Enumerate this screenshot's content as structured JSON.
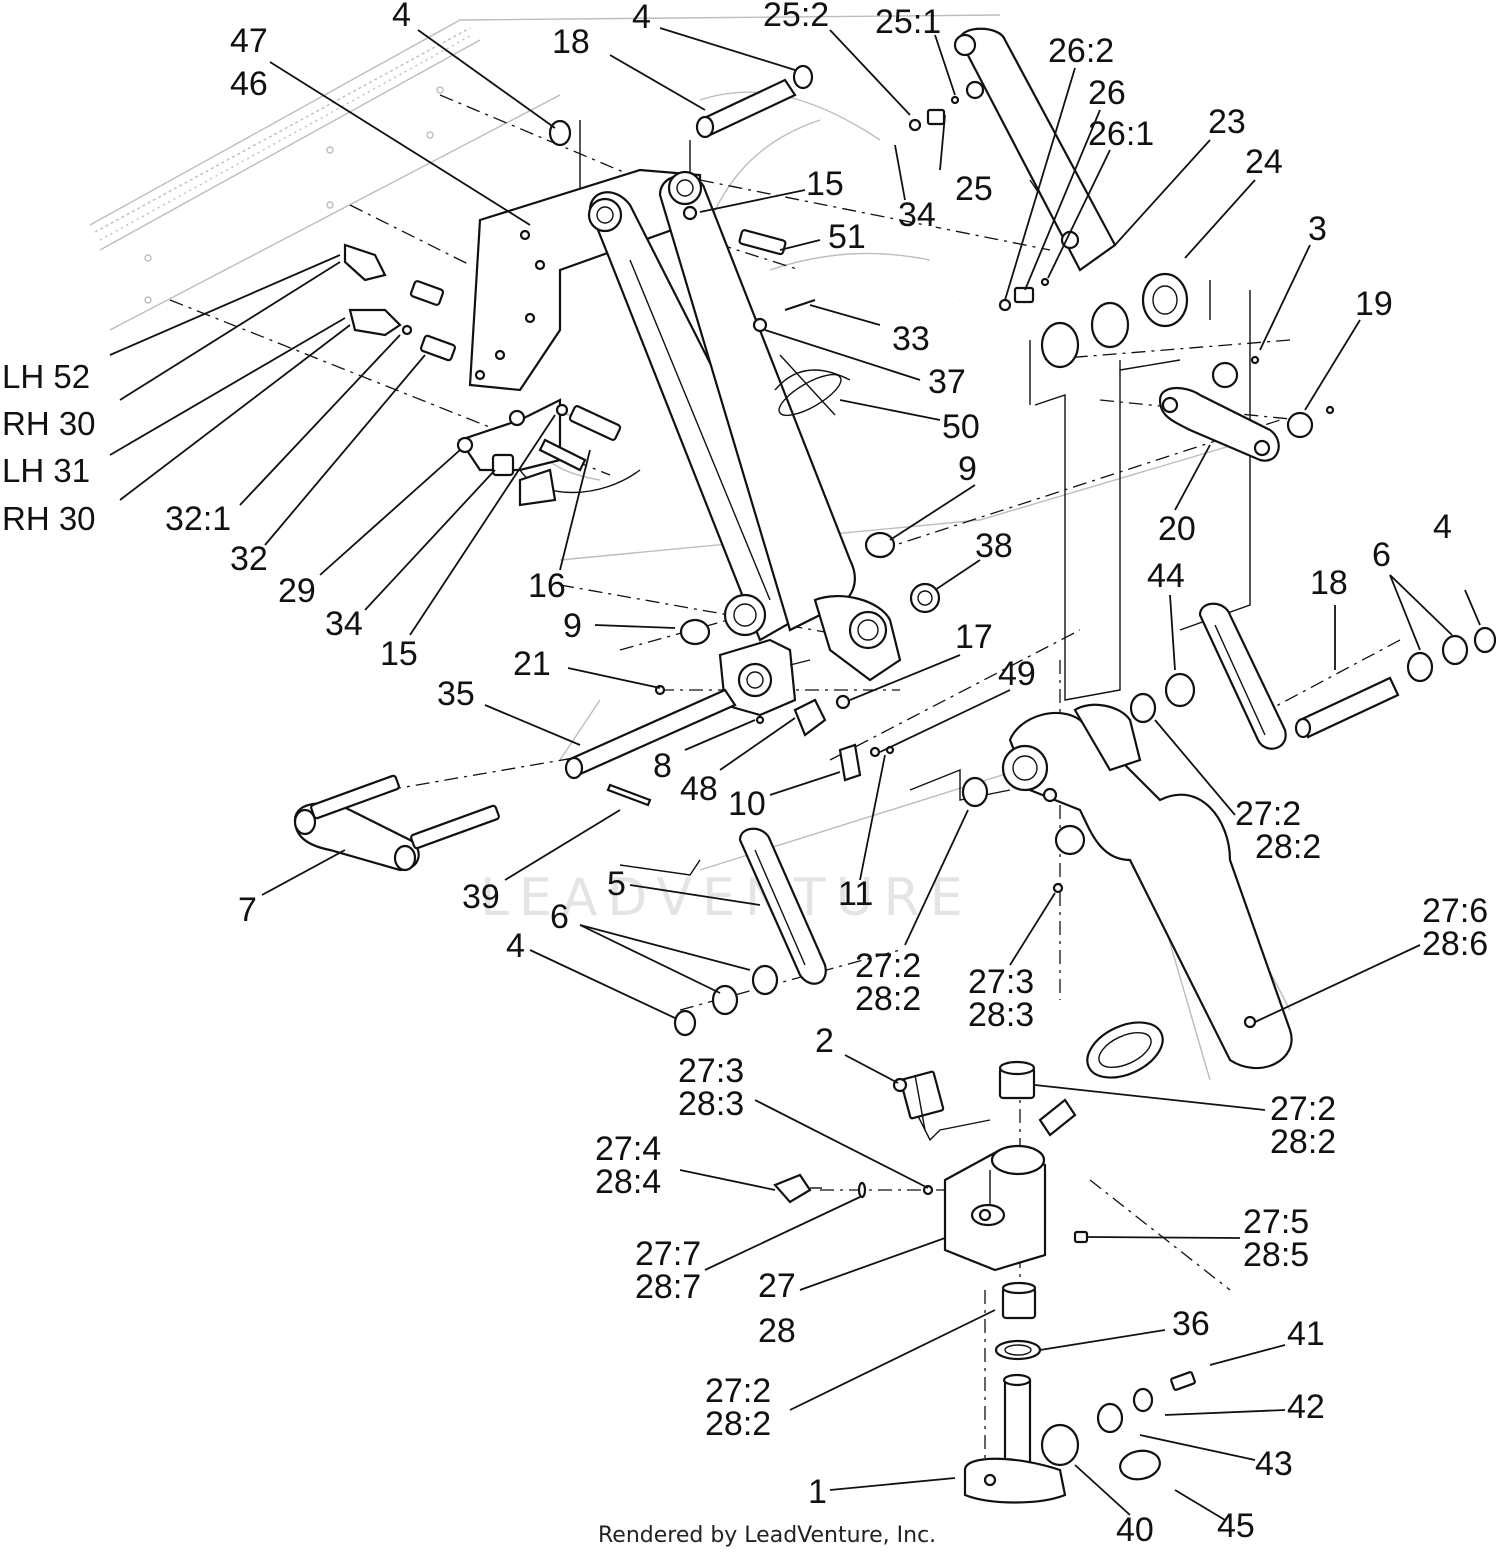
{
  "labels": {
    "l47": "47",
    "l46": "46",
    "l4a": "4",
    "l18a": "18",
    "l4b": "4",
    "l252": "25:2",
    "l251": "25:1",
    "l262": "26:2",
    "l26": "26",
    "l261": "26:1",
    "l23": "23",
    "l24": "24",
    "l15a": "15",
    "l51": "51",
    "l34a": "34",
    "l25": "25",
    "l3": "3",
    "l19": "19",
    "l33": "33",
    "l37": "37",
    "l50": "50",
    "lh52": "LH 52",
    "rh30a": "RH 30",
    "lh31": "LH 31",
    "rh30b": "RH 30",
    "l321": "32:1",
    "l32": "32",
    "l29": "29",
    "l34b": "34",
    "l15b": "15",
    "l16": "16",
    "l9a": "9",
    "l38": "38",
    "l20": "20",
    "l44": "44",
    "l18b": "18",
    "l6a": "6",
    "l4c": "4",
    "l9b": "9",
    "l17": "17",
    "l21": "21",
    "l35": "35",
    "l49": "49",
    "l8": "8",
    "l48": "48",
    "l10": "10",
    "l272a": "27:2",
    "l282a": "28:2",
    "l7": "7",
    "l39": "39",
    "l5": "5",
    "l11": "11",
    "l6b": "6",
    "l4d": "4",
    "l272b": "27:2",
    "l282b": "28:2",
    "l273a": "27:3",
    "l283a": "28:3",
    "l276": "27:6",
    "l286": "28:6",
    "l2": "2",
    "l273b": "27:3",
    "l283b": "28:3",
    "l272c": "27:2",
    "l282c": "28:2",
    "l274": "27:4",
    "l284": "28:4",
    "l275": "27:5",
    "l285": "28:5",
    "l277": "27:7",
    "l287": "28:7",
    "l27": "27",
    "l28": "28",
    "l36": "36",
    "l41": "41",
    "l272d": "27:2",
    "l282d": "28:2",
    "l42": "42",
    "l43": "43",
    "l1": "1",
    "l40": "40",
    "l45": "45"
  },
  "watermark": "LEADVENTURE",
  "footer": "Rendered by LeadVenture, Inc."
}
